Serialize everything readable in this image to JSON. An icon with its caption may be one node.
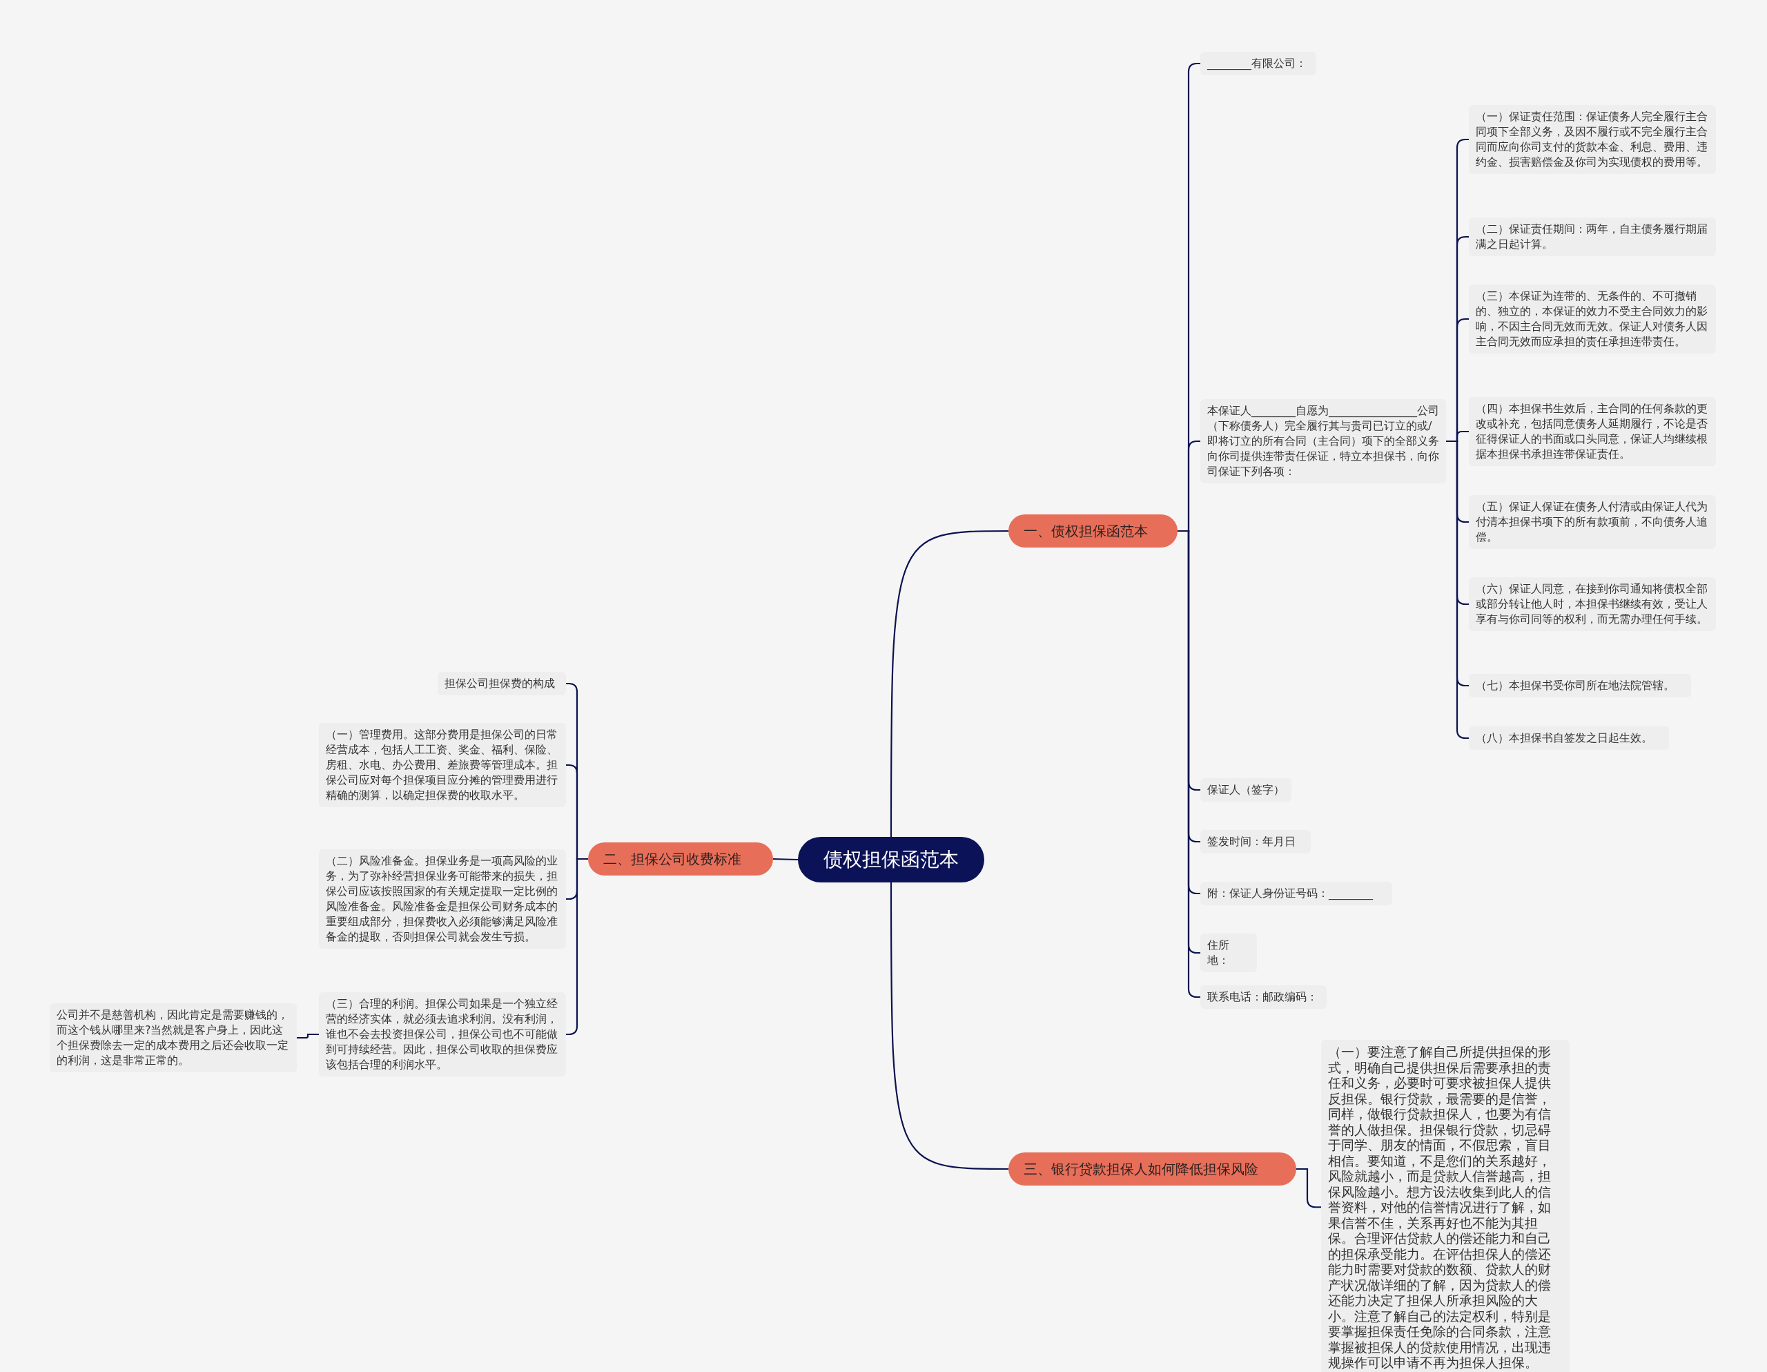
{
  "diagram": {
    "nodes": [
      {
        "text": [
          "债权担保函范本"
        ]
      },
      {
        "text": [
          "一、债权担保函范本"
        ]
      },
      {
        "text": [
          "二、担保公司收费标准"
        ]
      },
      {
        "text": [
          "三、银行贷款担保人如何降低担保风险"
        ]
      },
      {
        "text": [
          "________有限公司："
        ]
      },
      {
        "text": [
          "本保证人________自愿为________________公司（下称债务人）完全履行其与贵司已订立的或/即将订立的所有合同（主合同）项下的全部义务向你司提供连带责任保证，特立本担保书，向你司保证下列各项："
        ]
      },
      {
        "text": [
          "（一）保证责任范围：保证债务人完全履行主合同项下全部义务，及因不履行或不完全履行主合同而应向你司支付的货款本金、利息、费用、违约金、损害赔偿金及你司为实现债权的费用等。"
        ]
      },
      {
        "text": [
          "（二）保证责任期间：两年，自主债务履行期届满之日起计算。"
        ]
      },
      {
        "text": [
          "（三）本保证为连带的、无条件的、不可撤销的、独立的，本保证的效力不受主合同效力的影响，不因主合同无效而无效。保证人对债务人因主合同无效而应承担的责任承担连带责任。"
        ]
      },
      {
        "text": [
          "（四）本担保书生效后，主合同的任何条款的更改或补充，包括同意债务人延期履行，不论是否征得保证人的书面或口头同意，保证人均继续根据本担保书承担连带保证责任。"
        ]
      },
      {
        "text": [
          "（五）保证人保证在债务人付清或由保证人代为付清本担保书项下的所有款项前，不向债务人追偿。"
        ]
      },
      {
        "text": [
          "（六）保证人同意，在接到你司通知将债权全部或部分转让他人时，本担保书继续有效，受让人享有与你司同等的权利，而无需办理任何手续。"
        ]
      },
      {
        "text": [
          "（七）本担保书受你司所在地法院管辖。"
        ]
      },
      {
        "text": [
          "（八）本担保书自签发之日起生效。"
        ]
      },
      {
        "text": [
          "保证人（签字）"
        ]
      },
      {
        "text": [
          "签发时间：年月日"
        ]
      },
      {
        "text": [
          "附：保证人身份证号码：________"
        ]
      },
      {
        "text": [
          "住所地："
        ]
      },
      {
        "text": [
          "联系电话：邮政编码："
        ]
      },
      {
        "text": [
          "担保公司担保费的构成"
        ]
      },
      {
        "text": [
          "（一）管理费用。这部分费用是担保公司的日常经营成本，包括人工工资、奖金、福利、保险、房租、水电、办公费用、差旅费等管理成本。担保公司应对每个担保项目应分摊的管理费用进行精确的测算，以确定担保费的收取水平。"
        ]
      },
      {
        "text": [
          "（二）风险准备金。担保业务是一项高风险的业务，为了弥补经营担保业务可能带来的损失，担保公司应该按照国家的有关规定提取一定比例的风险准备金。风险准备金是担保公司财务成本的重要组成部分，担保费收入必须能够满足风险准备金的提取，否则担保公司就会发生亏损。"
        ]
      },
      {
        "text": [
          "（三）合理的利润。担保公司如果是一个独立经营的经济实体，就必须去追求利润。没有利润，谁也不会去投资担保公司，担保公司也不可能做到可持续经营。因此，担保公司收取的担保费应该包括合理的利润水平。"
        ]
      },
      {
        "text": [
          "公司并不是慈善机构，因此肯定是需要赚钱的，而这个钱从哪里来?当然就是客户身上，因此这个担保费除去一定的成本费用之后还会收取一定的利润，这是非常正常的。"
        ]
      },
      {
        "text": [
          "（一）要注意了解自己所提供担保的形式，明确自己提供担保后需要承担的责任和义务，必要时可要求被担保人提供反担保。银行贷款，最需要的是信誉，同样，做银行贷款担保人，也要为有信誉的人做担保。担保银行贷款，切忌碍于同学、朋友的情面，不假思索，盲目相信。要知道，不是您们的关系越好，风险就越小，而是贷款人信誉越高，担保风险越小。想方设法收集到此人的信誉资料，对他的信誉情况进行了解，如果信誉不佳，关系再好也不能为其担保。合理评估贷款人的偿还能力和自己的担保承受能力。在评估担保人的偿还能力时需要对贷款的数额、贷款人的财产状况做详细的了解，因为贷款人的偿还能力决定了担保人所承担风险的大小。注意了解自己的法定权利，特别是要掌握担保责任免除的合同条款，注意掌握被担保人的贷款使用情况，出现违规操作可以申请不再为担保人担保。"
        ]
      }
    ],
    "edges": [
      {
        "from": 0,
        "to": 1,
        "arrow": "none"
      },
      {
        "from": 0,
        "to": 2,
        "arrow": "none"
      },
      {
        "from": 0,
        "to": 3,
        "arrow": "none"
      },
      {
        "from": 1,
        "to": 4,
        "arrow": "none"
      },
      {
        "from": 1,
        "to": 5,
        "arrow": "none"
      },
      {
        "from": 5,
        "to": 6,
        "arrow": "none"
      },
      {
        "from": 5,
        "to": 7,
        "arrow": "none"
      },
      {
        "from": 5,
        "to": 8,
        "arrow": "none"
      },
      {
        "from": 5,
        "to": 9,
        "arrow": "none"
      },
      {
        "from": 5,
        "to": 10,
        "arrow": "none"
      },
      {
        "from": 5,
        "to": 11,
        "arrow": "none"
      },
      {
        "from": 5,
        "to": 12,
        "arrow": "none"
      },
      {
        "from": 5,
        "to": 13,
        "arrow": "none"
      },
      {
        "from": 1,
        "to": 14,
        "arrow": "none"
      },
      {
        "from": 1,
        "to": 15,
        "arrow": "none"
      },
      {
        "from": 1,
        "to": 16,
        "arrow": "none"
      },
      {
        "from": 1,
        "to": 17,
        "arrow": "none"
      },
      {
        "from": 1,
        "to": 18,
        "arrow": "none"
      },
      {
        "from": 2,
        "to": 19,
        "arrow": "none"
      },
      {
        "from": 2,
        "to": 20,
        "arrow": "none"
      },
      {
        "from": 2,
        "to": 21,
        "arrow": "none"
      },
      {
        "from": 2,
        "to": 22,
        "arrow": "none"
      },
      {
        "from": 22,
        "to": 23,
        "arrow": "none"
      },
      {
        "from": 3,
        "to": 24,
        "arrow": "none"
      }
    ]
  }
}
